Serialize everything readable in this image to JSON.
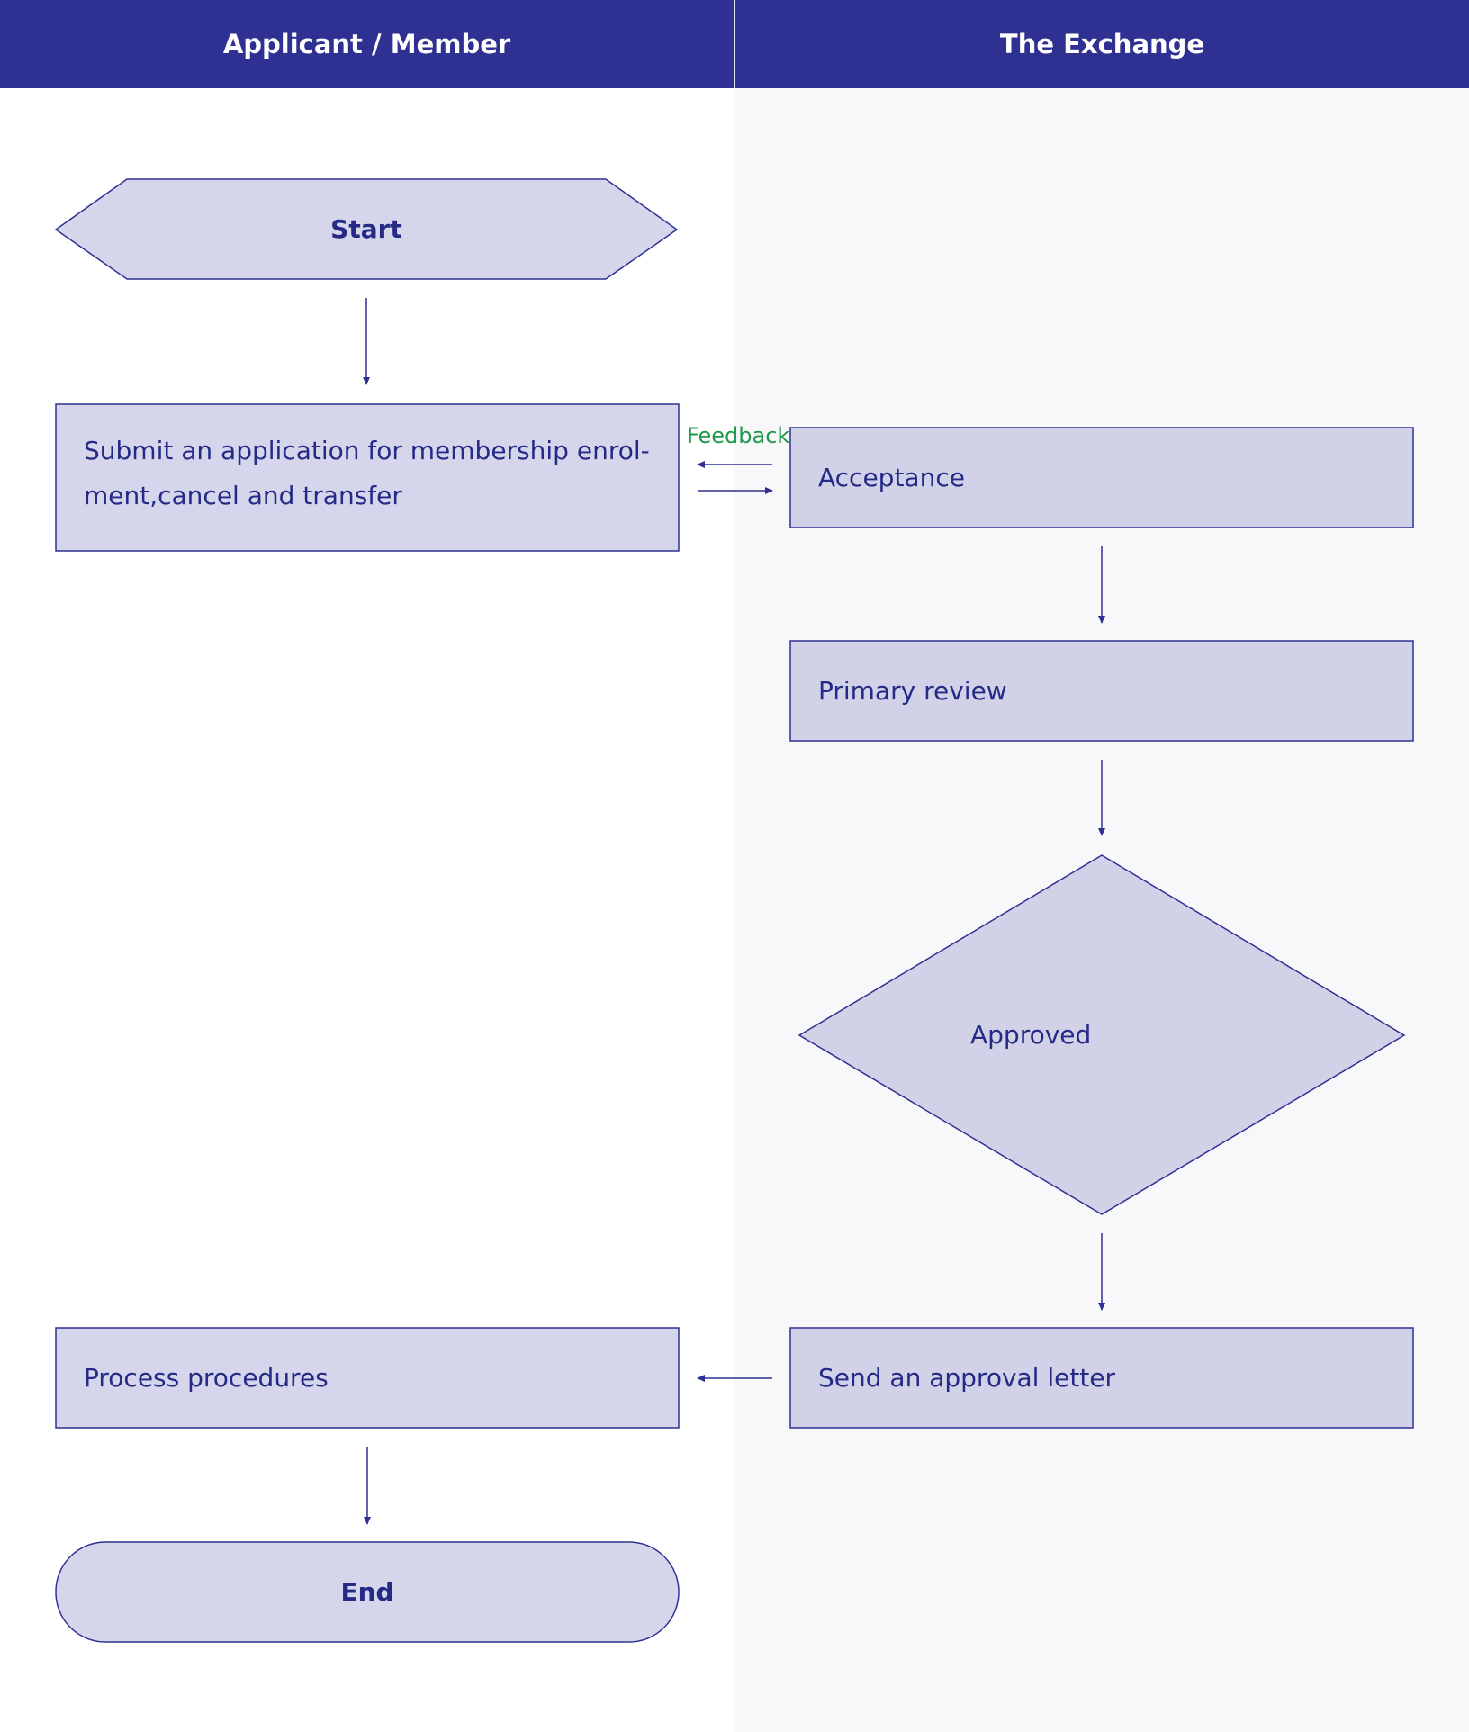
{
  "lanes": {
    "left_title": "Applicant / Member",
    "right_title": "The Exchange"
  },
  "nodes": {
    "start": "Start",
    "submit": "Submit an application for membership enrol-\nment,cancel and transfer",
    "acceptance": "Acceptance",
    "primary_review": "Primary review",
    "approved": "Approved",
    "send_letter": "Send an approval letter",
    "process": "Process procedures",
    "end": "End"
  },
  "edges": {
    "feedback_label": "Feedback"
  },
  "colors": {
    "header": "#2e3192",
    "node_fill": "#d5d6ec",
    "node_stroke": "#2e3192",
    "text": "#252a86",
    "feedback": "#1f9a4c"
  }
}
